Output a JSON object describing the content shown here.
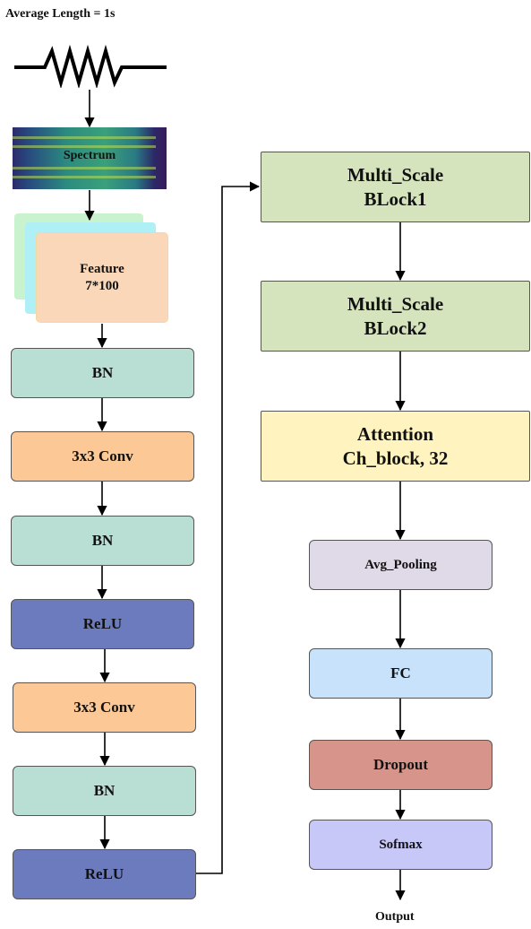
{
  "header": {
    "title": "Average Length = 1s"
  },
  "input": {
    "spectrum_label": "Spectrum"
  },
  "feature": {
    "line1": "Feature",
    "line2": "7*100"
  },
  "left_column": [
    {
      "id": "bn-1",
      "label": "BN",
      "color": "#b9dfd4"
    },
    {
      "id": "conv-1",
      "label": "3x3 Conv",
      "color": "#fcc896"
    },
    {
      "id": "bn-2",
      "label": "BN",
      "color": "#b9dfd4"
    },
    {
      "id": "relu-1",
      "label": "ReLU",
      "color": "#6b7bbd"
    },
    {
      "id": "conv-2",
      "label": "3x3 Conv",
      "color": "#fcc896"
    },
    {
      "id": "bn-3",
      "label": "BN",
      "color": "#b9dfd4"
    },
    {
      "id": "relu-2",
      "label": "ReLU",
      "color": "#6b7bbd"
    }
  ],
  "right_column": [
    {
      "id": "multi-scale-1",
      "line1": "Multi_Scale",
      "line2": "BLock1",
      "color": "#d6e4bd"
    },
    {
      "id": "multi-scale-2",
      "line1": "Multi_Scale",
      "line2": "BLock2",
      "color": "#d6e4bd"
    },
    {
      "id": "attention",
      "line1": "Attention",
      "line2": "Ch_block,   32",
      "color": "#fff4bf"
    },
    {
      "id": "avg-pooling",
      "line1": "Avg_Pooling",
      "color": "#e0dae8"
    },
    {
      "id": "fc",
      "line1": "FC",
      "color": "#c8e2fb"
    },
    {
      "id": "dropout",
      "line1": "Dropout",
      "color": "#d7948a"
    },
    {
      "id": "softmax",
      "line1": "Sofmax",
      "color": "#c8c8f8"
    }
  ],
  "footer": {
    "output_label": "Output"
  }
}
